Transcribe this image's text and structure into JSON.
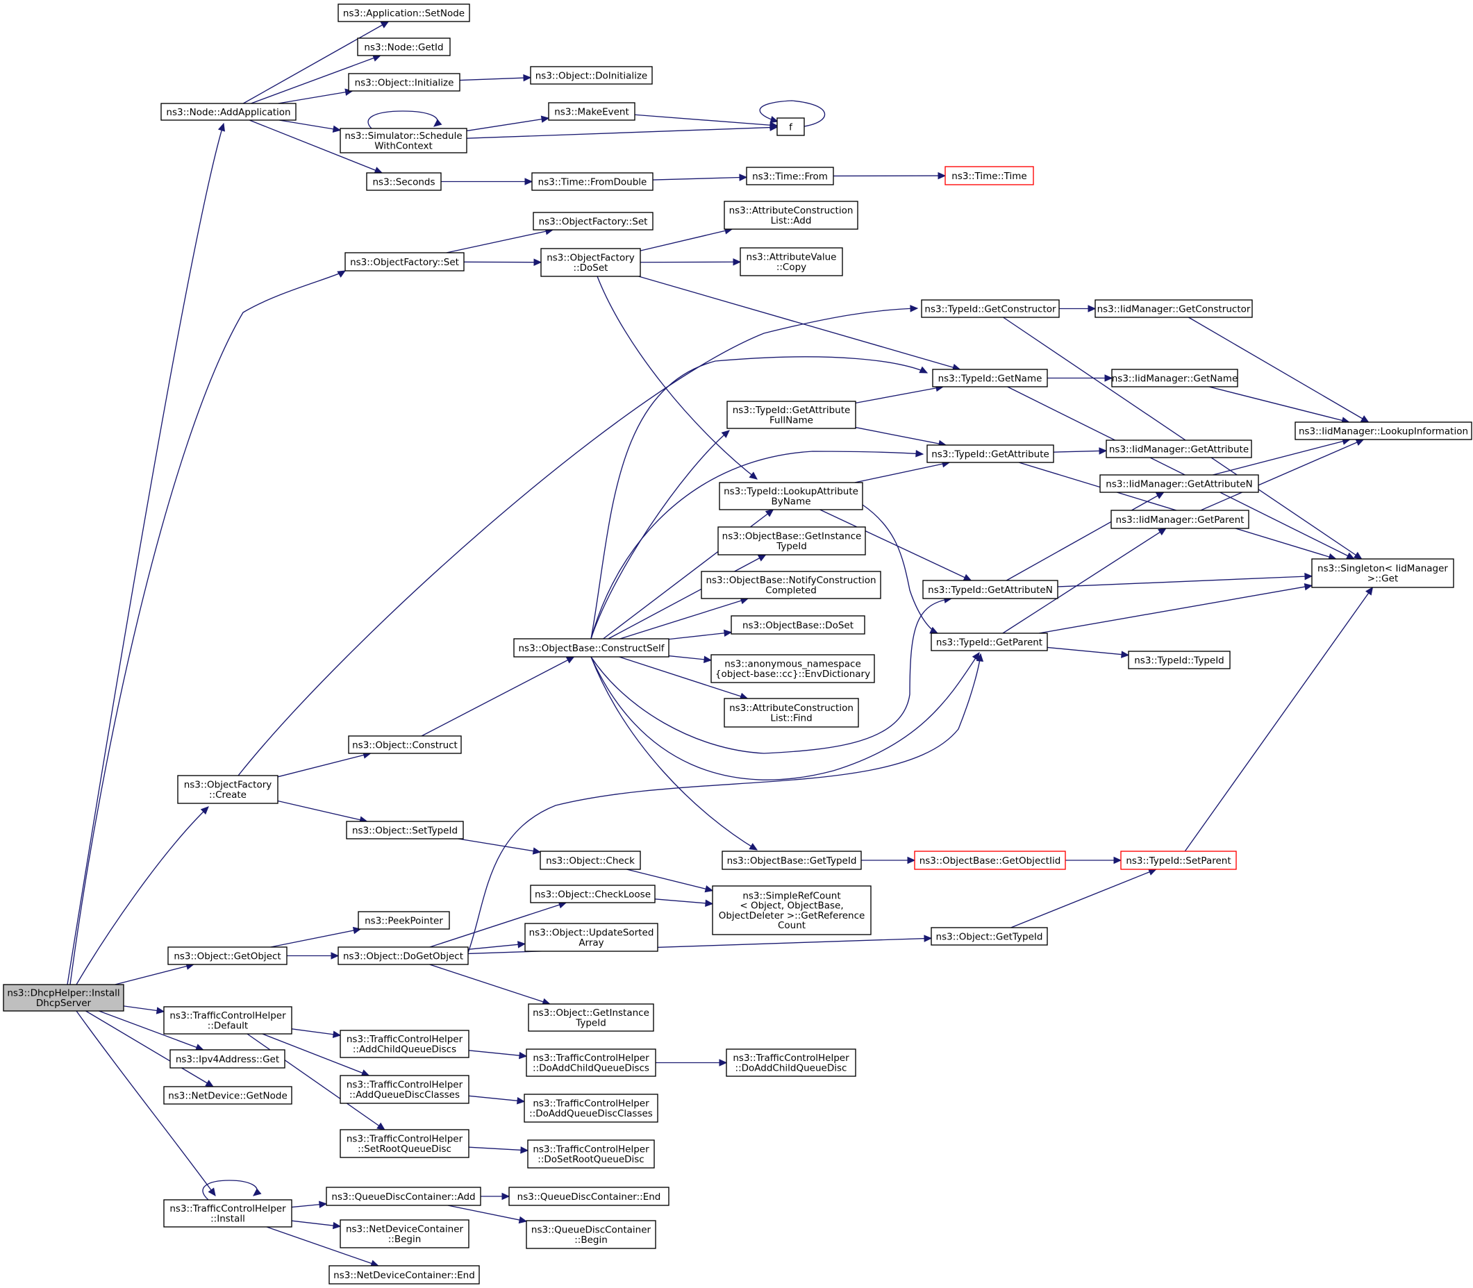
{
  "diagram": {
    "nodes": [
      {
        "id": "n0",
        "lines": [
          "ns3::DhcpHelper::Install",
          "DhcpServer"
        ],
        "root": true
      },
      {
        "id": "n1",
        "lines": [
          "ns3::Node::AddApplication"
        ]
      },
      {
        "id": "n2",
        "lines": [
          "ns3::Application::SetNode"
        ]
      },
      {
        "id": "n3",
        "lines": [
          "ns3::Node::GetId"
        ]
      },
      {
        "id": "n4",
        "lines": [
          "ns3::Object::Initialize"
        ]
      },
      {
        "id": "n5",
        "lines": [
          "ns3::Object::DoInitialize"
        ]
      },
      {
        "id": "n6",
        "lines": [
          "ns3::Simulator::Schedule",
          "WithContext"
        ]
      },
      {
        "id": "n7",
        "lines": [
          "ns3::MakeEvent"
        ]
      },
      {
        "id": "n8",
        "lines": [
          "f"
        ]
      },
      {
        "id": "n9",
        "lines": [
          "ns3::Seconds"
        ]
      },
      {
        "id": "n10",
        "lines": [
          "ns3::Time::FromDouble"
        ]
      },
      {
        "id": "n11",
        "lines": [
          "ns3::Time::From"
        ]
      },
      {
        "id": "n12",
        "lines": [
          "ns3::Time::Time"
        ],
        "red": true
      },
      {
        "id": "n13",
        "lines": [
          "ns3::ObjectFactory::Set"
        ]
      },
      {
        "id": "n14",
        "lines": [
          "ns3::ObjectFactory::Set"
        ]
      },
      {
        "id": "n15",
        "lines": [
          "ns3::ObjectFactory",
          "::DoSet"
        ]
      },
      {
        "id": "n16",
        "lines": [
          "ns3::AttributeConstruction",
          "List::Add"
        ]
      },
      {
        "id": "n17",
        "lines": [
          "ns3::AttributeValue",
          "::Copy"
        ]
      },
      {
        "id": "n18",
        "lines": [
          "ns3::TypeId::GetConstructor"
        ]
      },
      {
        "id": "n19",
        "lines": [
          "ns3::IidManager::GetConstructor"
        ]
      },
      {
        "id": "n20",
        "lines": [
          "ns3::TypeId::GetName"
        ]
      },
      {
        "id": "n21",
        "lines": [
          "ns3::IidManager::GetName"
        ]
      },
      {
        "id": "n22",
        "lines": [
          "ns3::IidManager::LookupInformation"
        ]
      },
      {
        "id": "n23",
        "lines": [
          "ns3::TypeId::GetAttribute",
          "FullName"
        ]
      },
      {
        "id": "n24",
        "lines": [
          "ns3::TypeId::GetAttribute"
        ]
      },
      {
        "id": "n25",
        "lines": [
          "ns3::IidManager::GetAttribute"
        ]
      },
      {
        "id": "n26",
        "lines": [
          "ns3::TypeId::LookupAttribute",
          "ByName"
        ]
      },
      {
        "id": "n27",
        "lines": [
          "ns3::IidManager::GetAttributeN"
        ]
      },
      {
        "id": "n28",
        "lines": [
          "ns3::IidManager::GetParent"
        ]
      },
      {
        "id": "n29",
        "lines": [
          "ns3::ObjectBase::GetInstance",
          "TypeId"
        ]
      },
      {
        "id": "n30",
        "lines": [
          "ns3::Singleton< IidManager",
          " >::Get"
        ]
      },
      {
        "id": "n31",
        "lines": [
          "ns3::ObjectBase::NotifyConstruction",
          "Completed"
        ]
      },
      {
        "id": "n32",
        "lines": [
          "ns3::TypeId::GetAttributeN"
        ]
      },
      {
        "id": "n33",
        "lines": [
          "ns3::ObjectBase::DoSet"
        ]
      },
      {
        "id": "n34",
        "lines": [
          "ns3::ObjectBase::ConstructSelf"
        ]
      },
      {
        "id": "n35",
        "lines": [
          "ns3::TypeId::GetParent"
        ]
      },
      {
        "id": "n36",
        "lines": [
          "ns3::anonymous_namespace",
          "{object-base::cc}::EnvDictionary"
        ]
      },
      {
        "id": "n37",
        "lines": [
          "ns3::TypeId::TypeId"
        ]
      },
      {
        "id": "n38",
        "lines": [
          "ns3::AttributeConstruction",
          "List::Find"
        ]
      },
      {
        "id": "n39",
        "lines": [
          "ns3::Object::Construct"
        ]
      },
      {
        "id": "n40",
        "lines": [
          "ns3::ObjectFactory",
          "::Create"
        ]
      },
      {
        "id": "n41",
        "lines": [
          "ns3::Object::SetTypeId"
        ]
      },
      {
        "id": "n42",
        "lines": [
          "ns3::Object::Check"
        ]
      },
      {
        "id": "n43",
        "lines": [
          "ns3::ObjectBase::GetTypeId"
        ]
      },
      {
        "id": "n44",
        "lines": [
          "ns3::ObjectBase::GetObjectIid"
        ],
        "red": true
      },
      {
        "id": "n45",
        "lines": [
          "ns3::TypeId::SetParent"
        ],
        "red": true
      },
      {
        "id": "n46",
        "lines": [
          "ns3::Object::CheckLoose"
        ]
      },
      {
        "id": "n47",
        "lines": [
          "ns3::SimpleRefCount",
          "< Object, ObjectBase,",
          "ObjectDeleter >::GetReference",
          "Count"
        ]
      },
      {
        "id": "n48",
        "lines": [
          "ns3::PeekPointer"
        ]
      },
      {
        "id": "n49",
        "lines": [
          "ns3::Object::UpdateSorted",
          "Array"
        ]
      },
      {
        "id": "n50",
        "lines": [
          "ns3::Object::GetObject"
        ]
      },
      {
        "id": "n51",
        "lines": [
          "ns3::Object::DoGetObject"
        ]
      },
      {
        "id": "n52",
        "lines": [
          "ns3::Object::GetTypeId"
        ]
      },
      {
        "id": "n53",
        "lines": [
          "ns3::Object::GetInstance",
          "TypeId"
        ]
      },
      {
        "id": "n54",
        "lines": [
          "ns3::TrafficControlHelper",
          "::Default"
        ]
      },
      {
        "id": "n55",
        "lines": [
          "ns3::TrafficControlHelper",
          "::AddChildQueueDiscs"
        ]
      },
      {
        "id": "n56",
        "lines": [
          "ns3::TrafficControlHelper",
          "::DoAddChildQueueDiscs"
        ]
      },
      {
        "id": "n57",
        "lines": [
          "ns3::TrafficControlHelper",
          "::DoAddChildQueueDisc"
        ]
      },
      {
        "id": "n58",
        "lines": [
          "ns3::Ipv4Address::Get"
        ]
      },
      {
        "id": "n59",
        "lines": [
          "ns3::TrafficControlHelper",
          "::AddQueueDiscClasses"
        ]
      },
      {
        "id": "n60",
        "lines": [
          "ns3::TrafficControlHelper",
          "::DoAddQueueDiscClasses"
        ]
      },
      {
        "id": "n61",
        "lines": [
          "ns3::NetDevice::GetNode"
        ]
      },
      {
        "id": "n62",
        "lines": [
          "ns3::TrafficControlHelper",
          "::SetRootQueueDisc"
        ]
      },
      {
        "id": "n63",
        "lines": [
          "ns3::TrafficControlHelper",
          "::DoSetRootQueueDisc"
        ]
      },
      {
        "id": "n64",
        "lines": [
          "ns3::QueueDiscContainer::Add"
        ]
      },
      {
        "id": "n65",
        "lines": [
          "ns3::QueueDiscContainer::End"
        ]
      },
      {
        "id": "n66",
        "lines": [
          "ns3::TrafficControlHelper",
          "::Install"
        ]
      },
      {
        "id": "n67",
        "lines": [
          "ns3::NetDeviceContainer",
          "::Begin"
        ]
      },
      {
        "id": "n68",
        "lines": [
          "ns3::QueueDiscContainer",
          "::Begin"
        ]
      },
      {
        "id": "n69",
        "lines": [
          "ns3::NetDeviceContainer::End"
        ]
      }
    ],
    "edges": [
      [
        "n0",
        "n1"
      ],
      [
        "n1",
        "n2"
      ],
      [
        "n1",
        "n3"
      ],
      [
        "n1",
        "n4"
      ],
      [
        "n4",
        "n5"
      ],
      [
        "n1",
        "n6"
      ],
      [
        "n6",
        "n6"
      ],
      [
        "n6",
        "n7"
      ],
      [
        "n7",
        "n8"
      ],
      [
        "n6",
        "n8"
      ],
      [
        "n8",
        "n8"
      ],
      [
        "n1",
        "n9"
      ],
      [
        "n9",
        "n10"
      ],
      [
        "n10",
        "n11"
      ],
      [
        "n11",
        "n12"
      ],
      [
        "n0",
        "n13"
      ],
      [
        "n13",
        "n14"
      ],
      [
        "n13",
        "n15"
      ],
      [
        "n15",
        "n16"
      ],
      [
        "n15",
        "n17"
      ],
      [
        "n15",
        "n20"
      ],
      [
        "n15",
        "n26"
      ],
      [
        "n18",
        "n19"
      ],
      [
        "n18",
        "n30"
      ],
      [
        "n19",
        "n22"
      ],
      [
        "n20",
        "n21"
      ],
      [
        "n20",
        "n30"
      ],
      [
        "n21",
        "n22"
      ],
      [
        "n23",
        "n20"
      ],
      [
        "n23",
        "n24"
      ],
      [
        "n24",
        "n25"
      ],
      [
        "n24",
        "n30"
      ],
      [
        "n26",
        "n24"
      ],
      [
        "n26",
        "n32"
      ],
      [
        "n26",
        "n35"
      ],
      [
        "n27",
        "n22"
      ],
      [
        "n28",
        "n22"
      ],
      [
        "n32",
        "n27"
      ],
      [
        "n32",
        "n30"
      ],
      [
        "n35",
        "n28"
      ],
      [
        "n35",
        "n30"
      ],
      [
        "n35",
        "n37"
      ],
      [
        "n34",
        "n20"
      ],
      [
        "n34",
        "n23"
      ],
      [
        "n34",
        "n24"
      ],
      [
        "n34",
        "n26"
      ],
      [
        "n34",
        "n29"
      ],
      [
        "n34",
        "n31"
      ],
      [
        "n34",
        "n33"
      ],
      [
        "n34",
        "n36"
      ],
      [
        "n34",
        "n38"
      ],
      [
        "n34",
        "n32"
      ],
      [
        "n34",
        "n35"
      ],
      [
        "n34",
        "n43"
      ],
      [
        "n39",
        "n34"
      ],
      [
        "n0",
        "n40"
      ],
      [
        "n40",
        "n18"
      ],
      [
        "n40",
        "n39"
      ],
      [
        "n40",
        "n41"
      ],
      [
        "n41",
        "n42"
      ],
      [
        "n42",
        "n47"
      ],
      [
        "n43",
        "n44"
      ],
      [
        "n44",
        "n45"
      ],
      [
        "n45",
        "n30"
      ],
      [
        "n46",
        "n47"
      ],
      [
        "n0",
        "n50"
      ],
      [
        "n50",
        "n48"
      ],
      [
        "n50",
        "n51"
      ],
      [
        "n51",
        "n35"
      ],
      [
        "n51",
        "n46"
      ],
      [
        "n51",
        "n49"
      ],
      [
        "n51",
        "n52"
      ],
      [
        "n51",
        "n53"
      ],
      [
        "n52",
        "n45"
      ],
      [
        "n0",
        "n54"
      ],
      [
        "n54",
        "n55"
      ],
      [
        "n55",
        "n56"
      ],
      [
        "n56",
        "n57"
      ],
      [
        "n54",
        "n59"
      ],
      [
        "n59",
        "n60"
      ],
      [
        "n54",
        "n62"
      ],
      [
        "n62",
        "n63"
      ],
      [
        "n0",
        "n58"
      ],
      [
        "n0",
        "n61"
      ],
      [
        "n0",
        "n66"
      ],
      [
        "n66",
        "n66"
      ],
      [
        "n66",
        "n64"
      ],
      [
        "n64",
        "n65"
      ],
      [
        "n64",
        "n68"
      ],
      [
        "n66",
        "n67"
      ],
      [
        "n66",
        "n69"
      ]
    ]
  }
}
